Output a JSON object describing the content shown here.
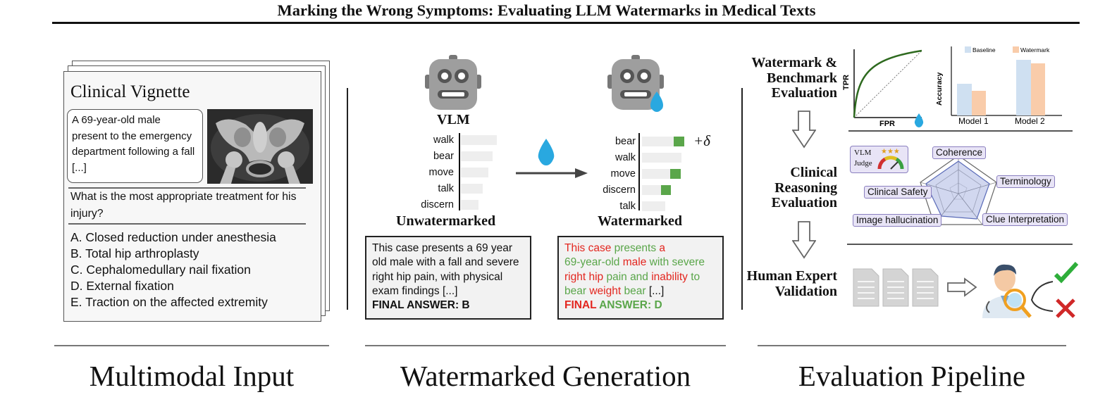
{
  "title": "Marking the Wrong Symptoms: Evaluating LLM Watermarks in Medical Texts",
  "sections": {
    "input": "Multimodal Input",
    "generation": "Watermarked Generation",
    "evaluation": "Evaluation Pipeline"
  },
  "vignette": {
    "heading": "Clinical Vignette",
    "case_text": "A 69-year-old male present to the emergency department following a fall [...]",
    "question": "What is the most appropriate treatment for his injury?",
    "options": [
      "A. Closed reduction under anesthesia",
      "B. Total hip arthroplasty",
      "C. Cephalomedullary nail fixation",
      "D. External fixation",
      "E. Traction on the affected extremity"
    ]
  },
  "generation": {
    "model_label": "VLM",
    "delta_label": "+δ",
    "unwatermarked": {
      "label": "Unwatermarked",
      "tokens": [
        "walk",
        "bear",
        "move",
        "talk",
        "discern"
      ],
      "output_lines": [
        "This case presents a 69 year old male with a fall and severe right hip pain, with physical exam findings [...]"
      ],
      "final_answer": "FINAL ANSWER: B"
    },
    "watermarked": {
      "label": "Watermarked",
      "tokens": [
        "bear",
        "walk",
        "move",
        "discern",
        "talk"
      ],
      "output_segments": [
        {
          "text": "This case ",
          "color": "red"
        },
        {
          "text": "presents ",
          "color": "green"
        },
        {
          "text": "a",
          "color": "red"
        },
        {
          "text": "69-year-old ",
          "color": "green"
        },
        {
          "text": "male ",
          "color": "red"
        },
        {
          "text": "with severe ",
          "color": "green"
        },
        {
          "text": "right hip ",
          "color": "red"
        },
        {
          "text": "pain and ",
          "color": "green"
        },
        {
          "text": "inability ",
          "color": "red"
        },
        {
          "text": "to",
          "color": "green"
        },
        {
          "text": "bear ",
          "color": "green"
        },
        {
          "text": "weight ",
          "color": "red"
        },
        {
          "text": "bear ",
          "color": "green"
        },
        {
          "text": "[...]",
          "color": "black"
        }
      ],
      "final_word": "FINAL",
      "answer_rest": " ANSWER: D"
    }
  },
  "evaluation": {
    "steps": [
      "Watermark & Benchmark Evaluation",
      "Clinical Reasoning Evaluation",
      "Human Expert Validation"
    ],
    "roc": {
      "xlabel": "FPR",
      "ylabel": "TPR"
    },
    "bar_chart": {
      "ylabel": "Accuracy",
      "categories": [
        "Model 1",
        "Model 2"
      ],
      "legend": [
        "Baseline",
        "Watermark"
      ],
      "colors": {
        "Baseline": "#cfe0f1",
        "Watermark": "#f9ccaa"
      }
    },
    "judge": {
      "line1": "VLM",
      "line2": "Judge"
    },
    "radar_axes": [
      "Coherence",
      "Terminology",
      "Clue Interpretation",
      "Image hallucination",
      "Clinical Safety"
    ]
  },
  "colors": {
    "red": "#e3261f",
    "green": "#5aa64a",
    "purple": "#8a7fbf"
  }
}
